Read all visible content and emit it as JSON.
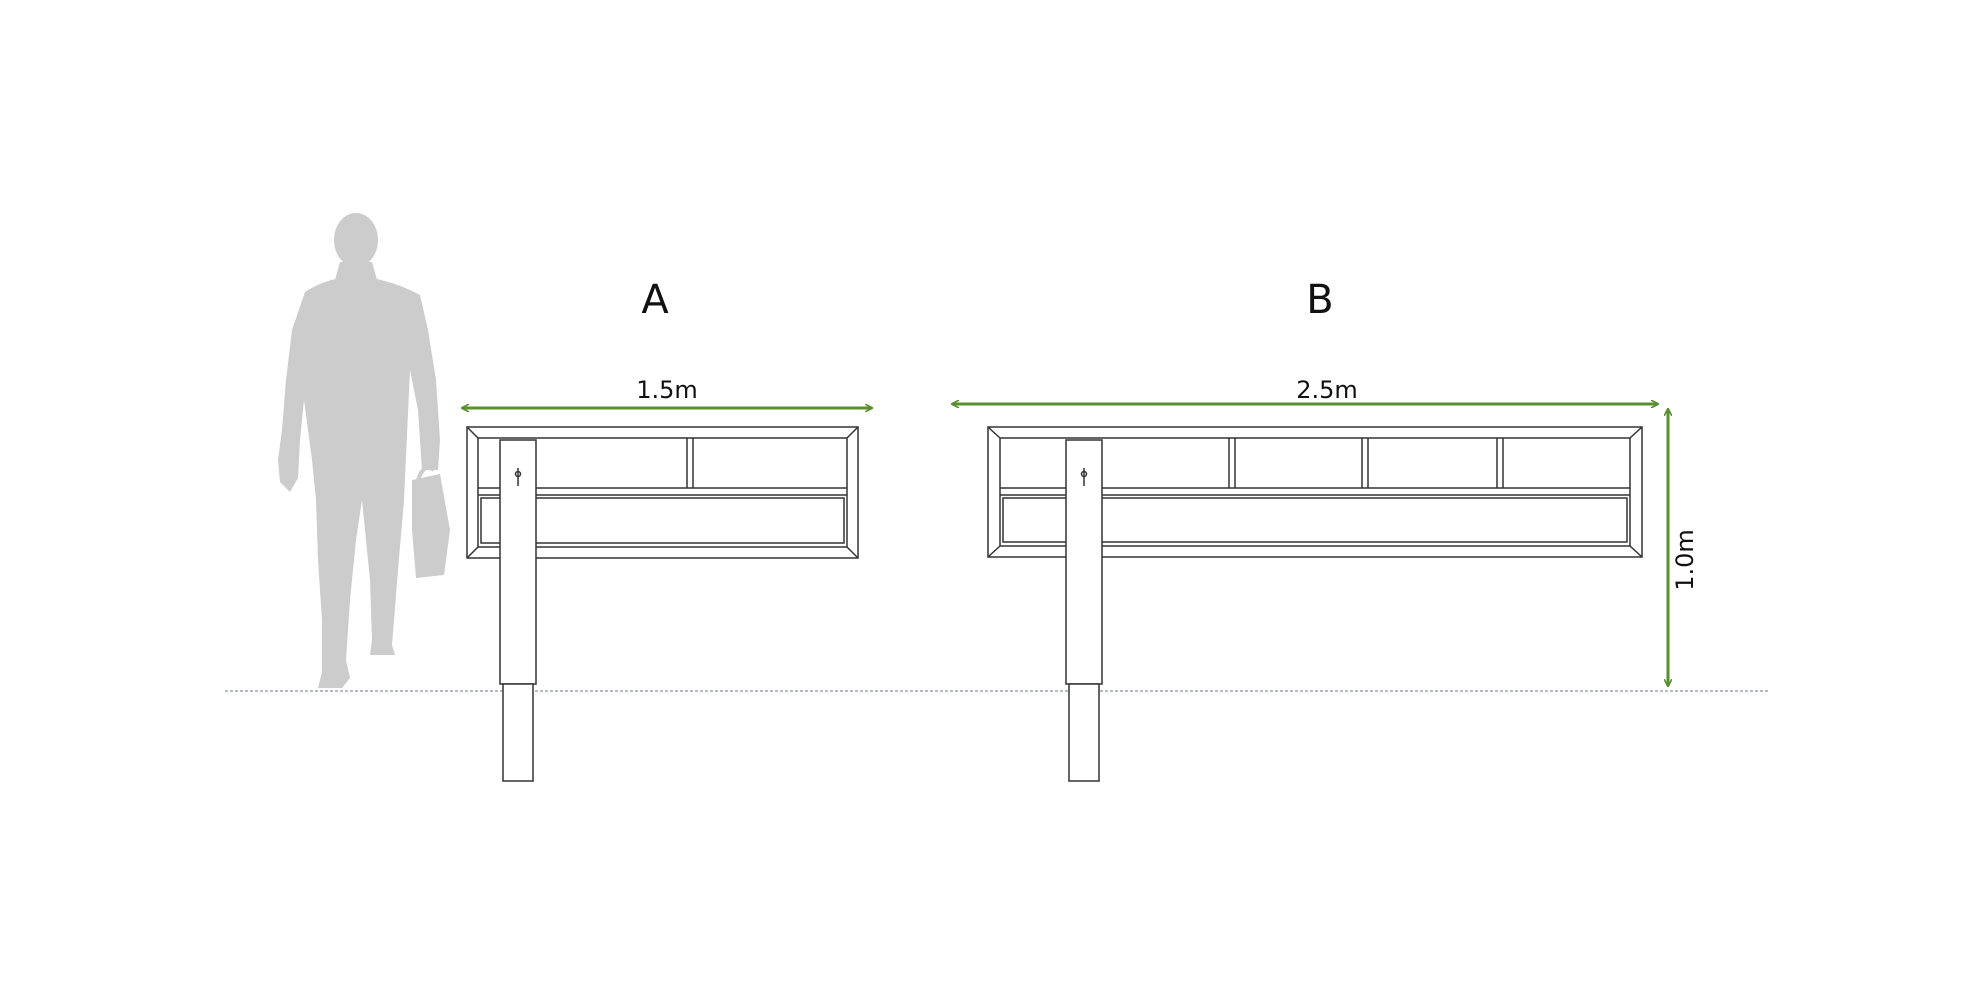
{
  "colors": {
    "dimension": "#5a8f2e",
    "frame": "#333333",
    "ground": "#8a8fa8",
    "silhouette": "#cccccc"
  },
  "units": [
    {
      "letter": "A",
      "width": "1.5m"
    },
    {
      "letter": "B",
      "width": "2.5m"
    }
  ],
  "height": "1.0m"
}
